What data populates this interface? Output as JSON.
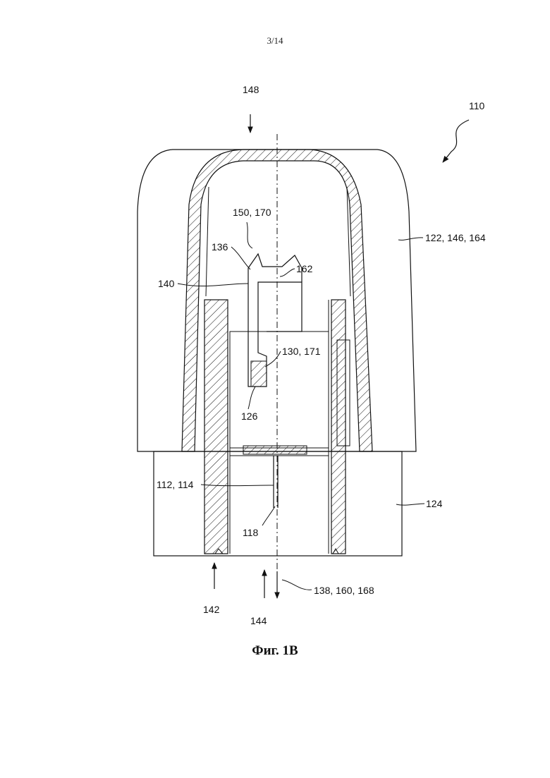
{
  "page": {
    "page_number": "3/14",
    "caption": "Фиг. 1B"
  },
  "labels": {
    "l110": "110",
    "l148": "148",
    "l122": "122, 146, 164",
    "l150": "150, 170",
    "l136": "136",
    "l162": "162",
    "l140": "140",
    "l130": "130, 171",
    "l126": "126",
    "l112": "112, 114",
    "l124": "124",
    "l118": "118",
    "l142": "142",
    "l144": "144",
    "l138": "138, 160, 168"
  }
}
